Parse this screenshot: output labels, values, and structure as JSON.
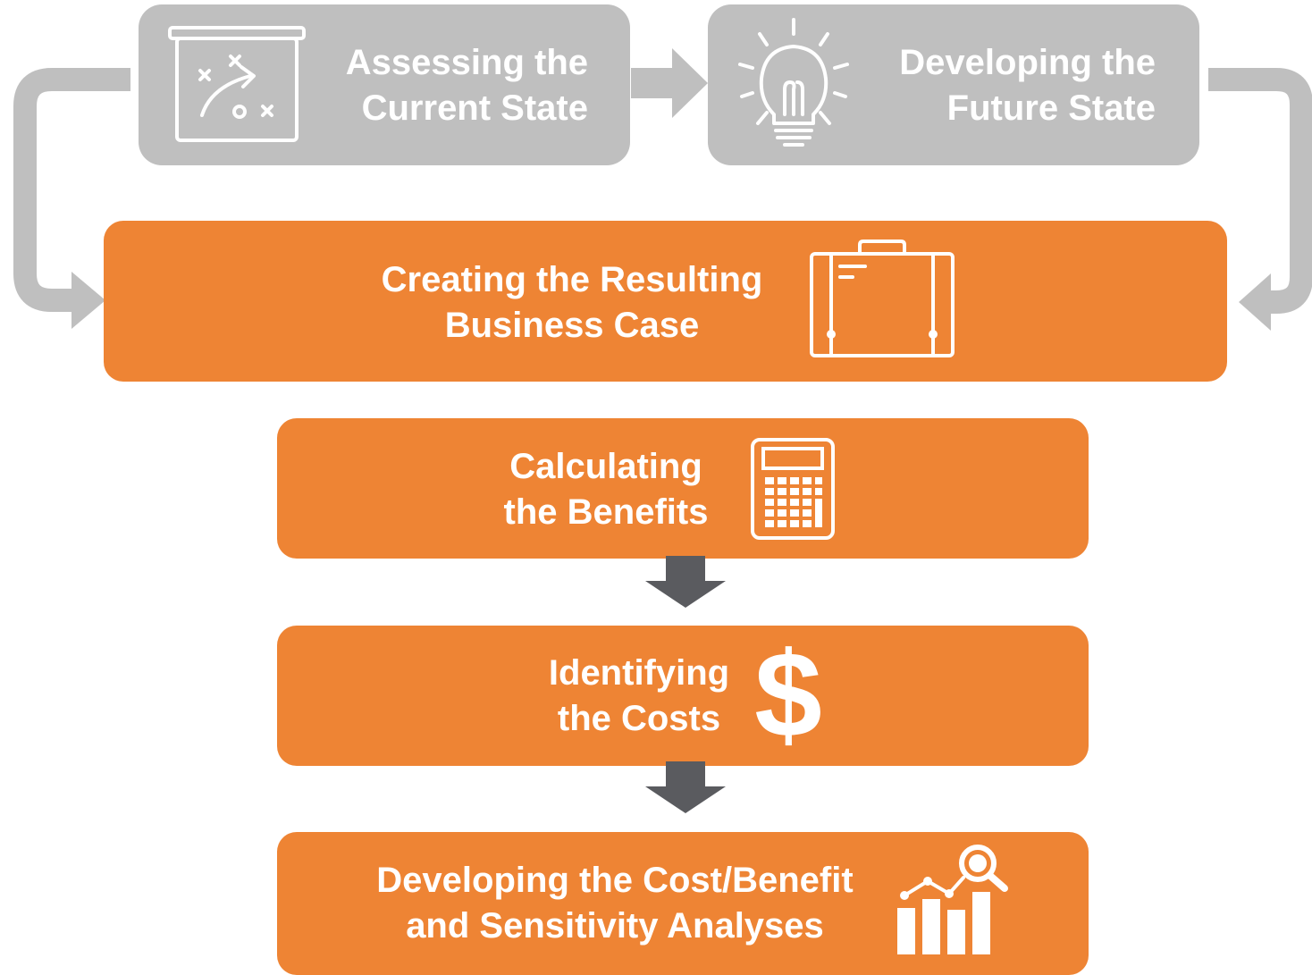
{
  "steps": {
    "assess": {
      "line1": "Assessing the",
      "line2": "Current State"
    },
    "future": {
      "line1": "Developing the",
      "line2": "Future State"
    },
    "business_case": {
      "line1": "Creating the Resulting",
      "line2": "Business Case"
    },
    "benefits": {
      "line1": "Calculating",
      "line2": "the Benefits"
    },
    "costs": {
      "line1": "Identifying",
      "line2": "the Costs"
    },
    "analysis": {
      "line1": "Developing the Cost/Benefit",
      "line2": "and Sensitivity Analyses"
    }
  },
  "icons": {
    "assess": "strategy-board-icon",
    "future": "lightbulb-icon",
    "business_case": "briefcase-icon",
    "benefits": "calculator-icon",
    "costs": "dollar-sign-icon",
    "analysis": "bar-chart-magnifier-icon"
  },
  "colors": {
    "gray_box": "#bfbfbf",
    "gray_arrow": "#bfbfbf",
    "orange_box": "#ee8434",
    "dark_arrow": "#5a5b5f",
    "text": "#ffffff"
  }
}
